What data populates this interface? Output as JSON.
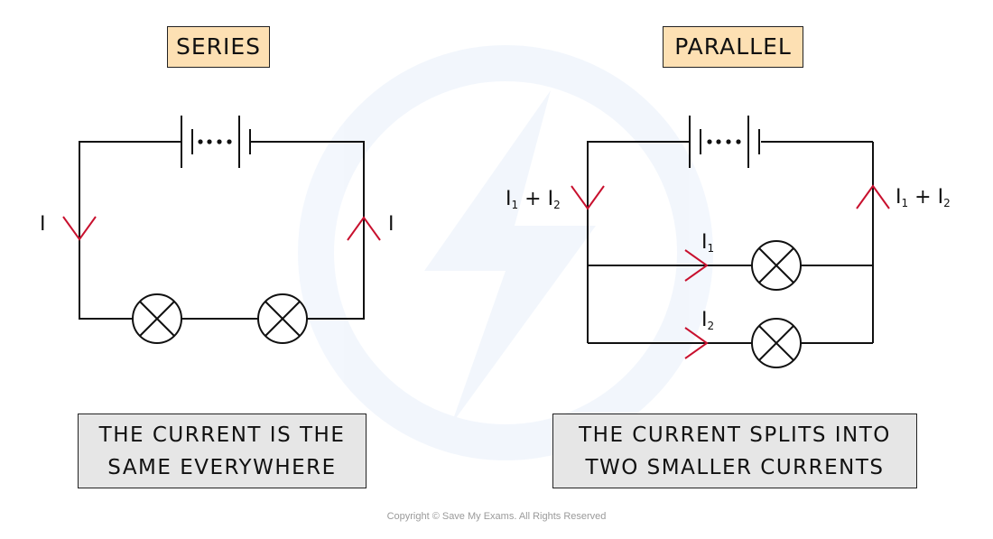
{
  "series": {
    "label": "SERIES",
    "current_left": "I",
    "current_right": "I",
    "caption_line1": "THE CURRENT IS THE",
    "caption_line2": "SAME EVERYWHERE"
  },
  "parallel": {
    "label": "PARALLEL",
    "current_total_left": "I1 + I2",
    "current_total_right": "I1 + I2",
    "current_branch1": "I1",
    "current_branch2": "I2",
    "caption_line1": "THE CURRENT SPLITS INTO",
    "caption_line2": "TWO SMALLER CURRENTS"
  },
  "copyright": "Copyright © Save My Exams. All Rights Reserved",
  "colors": {
    "wire": "#111111",
    "arrow": "#c8102e",
    "label_fill": "#fde0b3",
    "caption_fill": "#e6e6e6"
  }
}
